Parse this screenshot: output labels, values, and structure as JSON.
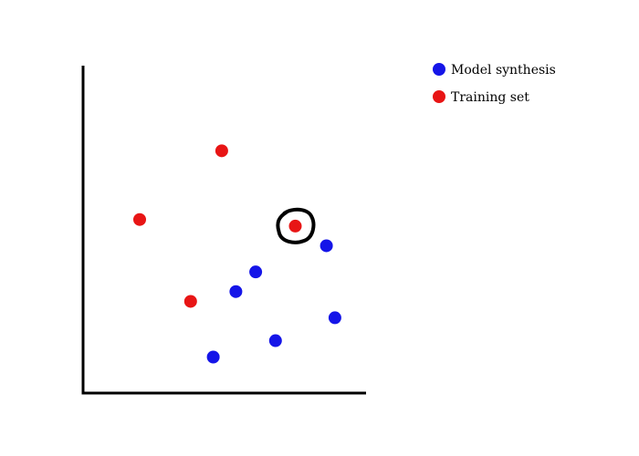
{
  "chart_data": {
    "type": "scatter",
    "xlim": [
      0,
      100
    ],
    "ylim": [
      0,
      100
    ],
    "grid": false,
    "legend": "top-right",
    "highlighted_point": {
      "series": "Training set",
      "index": 3
    },
    "series": [
      {
        "name": "Model synthesis",
        "color": "#1515e8",
        "points": [
          {
            "x": 46,
            "y": 11
          },
          {
            "x": 54,
            "y": 31
          },
          {
            "x": 61,
            "y": 37
          },
          {
            "x": 68,
            "y": 16
          },
          {
            "x": 86,
            "y": 45
          },
          {
            "x": 89,
            "y": 23
          }
        ]
      },
      {
        "name": "Training set",
        "color": "#e81515",
        "points": [
          {
            "x": 20,
            "y": 53
          },
          {
            "x": 38,
            "y": 28
          },
          {
            "x": 49,
            "y": 74
          },
          {
            "x": 75,
            "y": 51
          }
        ]
      }
    ]
  },
  "colors": {
    "axis": "#000000",
    "highlight": "#000000"
  }
}
